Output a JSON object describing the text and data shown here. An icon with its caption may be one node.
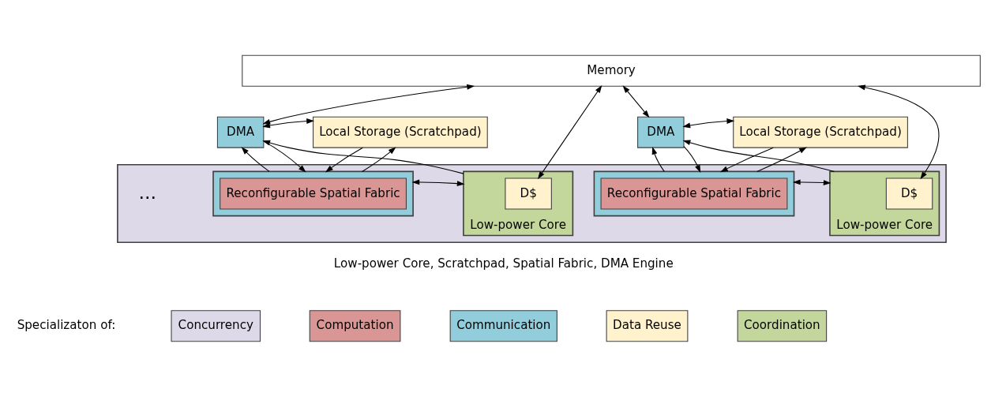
{
  "diagram": {
    "nodes": [
      {
        "text": [
          "Memory"
        ]
      },
      {
        "text": [
          "DMA"
        ]
      },
      {
        "text": [
          "Local Storage (Scratchpad)"
        ]
      },
      {
        "text": [
          "DMA"
        ]
      },
      {
        "text": [
          "Local Storage (Scratchpad)"
        ]
      },
      {
        "text": [],
        "shape": "box"
      },
      {
        "text": [
          "Low-power Core"
        ],
        "in": 5
      },
      {
        "text": [
          "D$"
        ],
        "in": 6
      },
      {
        "text": [],
        "shape": "box",
        "in": 5
      },
      {
        "text": [
          "Reconfigurable Spatial Fabric"
        ],
        "in": 8
      },
      {
        "text": [
          "Low-power Core"
        ],
        "in": 5
      },
      {
        "text": [
          "D$"
        ],
        "in": 10
      },
      {
        "text": [],
        "shape": "box",
        "in": 5
      },
      {
        "text": [
          "Reconfigurable Spatial Fabric"
        ],
        "in": 12
      }
    ],
    "edges": [
      {
        "from": 0,
        "to": 7,
        "arrow": "both"
      },
      {
        "from": 0,
        "to": 1,
        "arrow": "both"
      },
      {
        "from": 6,
        "to": 1,
        "arrow": "to"
      },
      {
        "from": 1,
        "to": 2,
        "arrow": "both"
      },
      {
        "from": 8,
        "to": 1,
        "arrow": "to"
      },
      {
        "from": 1,
        "to": 8,
        "arrow": "to"
      },
      {
        "from": 2,
        "to": 8,
        "arrow": "to"
      },
      {
        "from": 8,
        "to": 2,
        "arrow": "to"
      },
      {
        "from": 6,
        "to": 8,
        "arrow": "both"
      },
      {
        "from": 0,
        "to": 11,
        "arrow": "both"
      },
      {
        "from": 0,
        "to": 3,
        "arrow": "both"
      },
      {
        "from": 10,
        "to": 3,
        "arrow": "to"
      },
      {
        "from": 3,
        "to": 4,
        "arrow": "both"
      },
      {
        "from": 12,
        "to": 3,
        "arrow": "to"
      },
      {
        "from": 3,
        "to": 12,
        "arrow": "to"
      },
      {
        "from": 4,
        "to": 12,
        "arrow": "to"
      },
      {
        "from": 12,
        "to": 4,
        "arrow": "to"
      },
      {
        "from": 10,
        "to": 12,
        "arrow": "both"
      }
    ],
    "labels": [
      "...",
      "Low-power Core, Scratchpad, Spatial Fabric, DMA Engine",
      "Specializaton of:"
    ],
    "legend": [
      {
        "text": "Concurrency",
        "color": "#ddd9e8"
      },
      {
        "text": "Computation",
        "color": "#d99694"
      },
      {
        "text": "Communication",
        "color": "#92cddc"
      },
      {
        "text": "Data Reuse",
        "color": "#fff2cc"
      },
      {
        "text": "Coordination",
        "color": "#c3d69b"
      }
    ]
  }
}
